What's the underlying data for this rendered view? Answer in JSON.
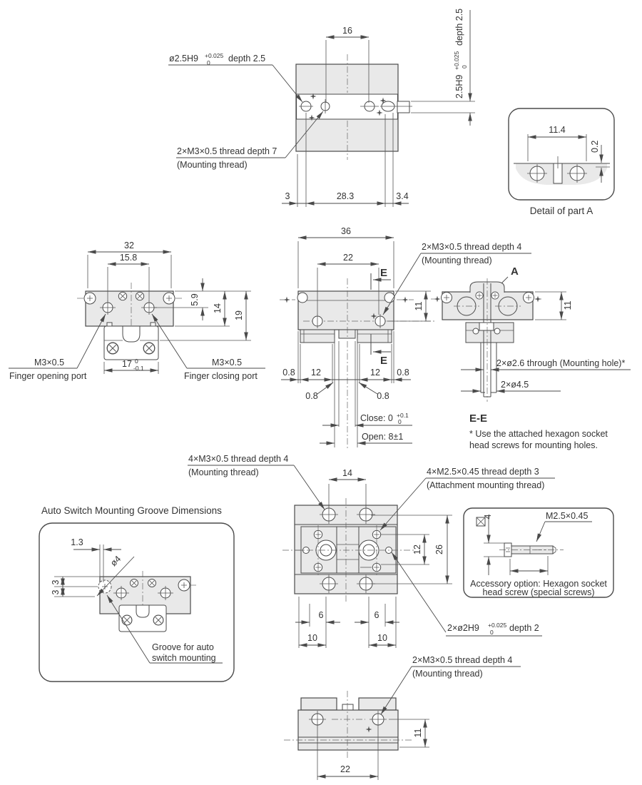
{
  "colors": {
    "body_fill": "#e9e9e9",
    "line": "#4a4a4a",
    "text": "#333333"
  },
  "top_view": {
    "dim_16": "16",
    "hole_note": {
      "main": "ø2.5H9",
      "up": "+0.025",
      "dn": "0",
      "suffix": "depth 2.5"
    },
    "thread_note_1": "2×M3×0.5 thread depth 7",
    "thread_note_2": "(Mounting thread)",
    "dim_3": "3",
    "dim_28_3": "28.3",
    "dim_3_4": "3.4",
    "depth_note": {
      "main": "2.5H9",
      "up": "+0.025",
      "dn": "0",
      "suffix": "depth 2.5"
    }
  },
  "detail_a": {
    "dim_11_4": "11.4",
    "dim_0_2": "0.2",
    "caption": "Detail of part A"
  },
  "front_view": {
    "dim_32": "32",
    "dim_15_8": "15.8",
    "dim_5_9": "5.9",
    "dim_14": "14",
    "dim_19": "19",
    "dim_17": "17",
    "dim_17_up": "0",
    "dim_17_dn": "-0.1",
    "open_label": "M3×0.5",
    "open_caption": "Finger opening port",
    "close_label": "M3×0.5",
    "close_caption": "Finger closing port"
  },
  "center_view": {
    "dim_36": "36",
    "dim_22": "22",
    "dim_11": "11",
    "e_top": "E",
    "e_bottom": "E",
    "note_1": "2×M3×0.5 thread depth 4",
    "note_2": "(Mounting thread)",
    "d08_a": "0.8",
    "d12_a": "12",
    "d12_b": "12",
    "d08_b": "0.8",
    "d08_c": "0.8",
    "d08_d": "0.8",
    "close_main": "Close: 0",
    "close_up": "+0.1",
    "close_dn": "0",
    "open_text": "Open: 8±1"
  },
  "ee_view": {
    "label_a": "A",
    "dim_11": "11",
    "hole_note": "2×ø2.6 through (Mounting hole)*",
    "cbore_note": "2×ø4.5",
    "title": "E-E",
    "foot_1": "* Use the attached hexagon socket",
    "foot_2": "head screws for mounting holes."
  },
  "attach_view": {
    "m3_note_1": "4×M3×0.5 thread depth 4",
    "m3_note_2": "(Mounting thread)",
    "m25_note_1": "4×M2.5×0.45 thread depth 3",
    "m25_note_2": "(Attachment mounting thread)",
    "dim_14": "14",
    "dim_12": "12",
    "dim_26": "26",
    "dim_6_a": "6",
    "dim_6_b": "6",
    "dim_10_a": "10",
    "dim_10_b": "10",
    "pin_note": {
      "main": "2×ø2H9",
      "up": "+0.025",
      "dn": "0",
      "suffix": "depth 2"
    }
  },
  "switch_panel": {
    "title": "Auto Switch Mounting Groove Dimensions",
    "dim_1_3": "1.3",
    "dim_o4": "ø4",
    "dim_3_a": "3",
    "dim_3_b": "3",
    "note_1": "Groove for auto",
    "note_2": "switch mounting"
  },
  "acc_panel": {
    "dim_4": "4",
    "label": "M2.5×0.45",
    "caption_1": "Accessory option: Hexagon socket",
    "caption_2": "head screw (special screws)"
  },
  "bottom_view": {
    "note_1": "2×M3×0.5 thread depth 4",
    "note_2": "(Mounting thread)",
    "dim_11": "11",
    "dim_22": "22"
  }
}
